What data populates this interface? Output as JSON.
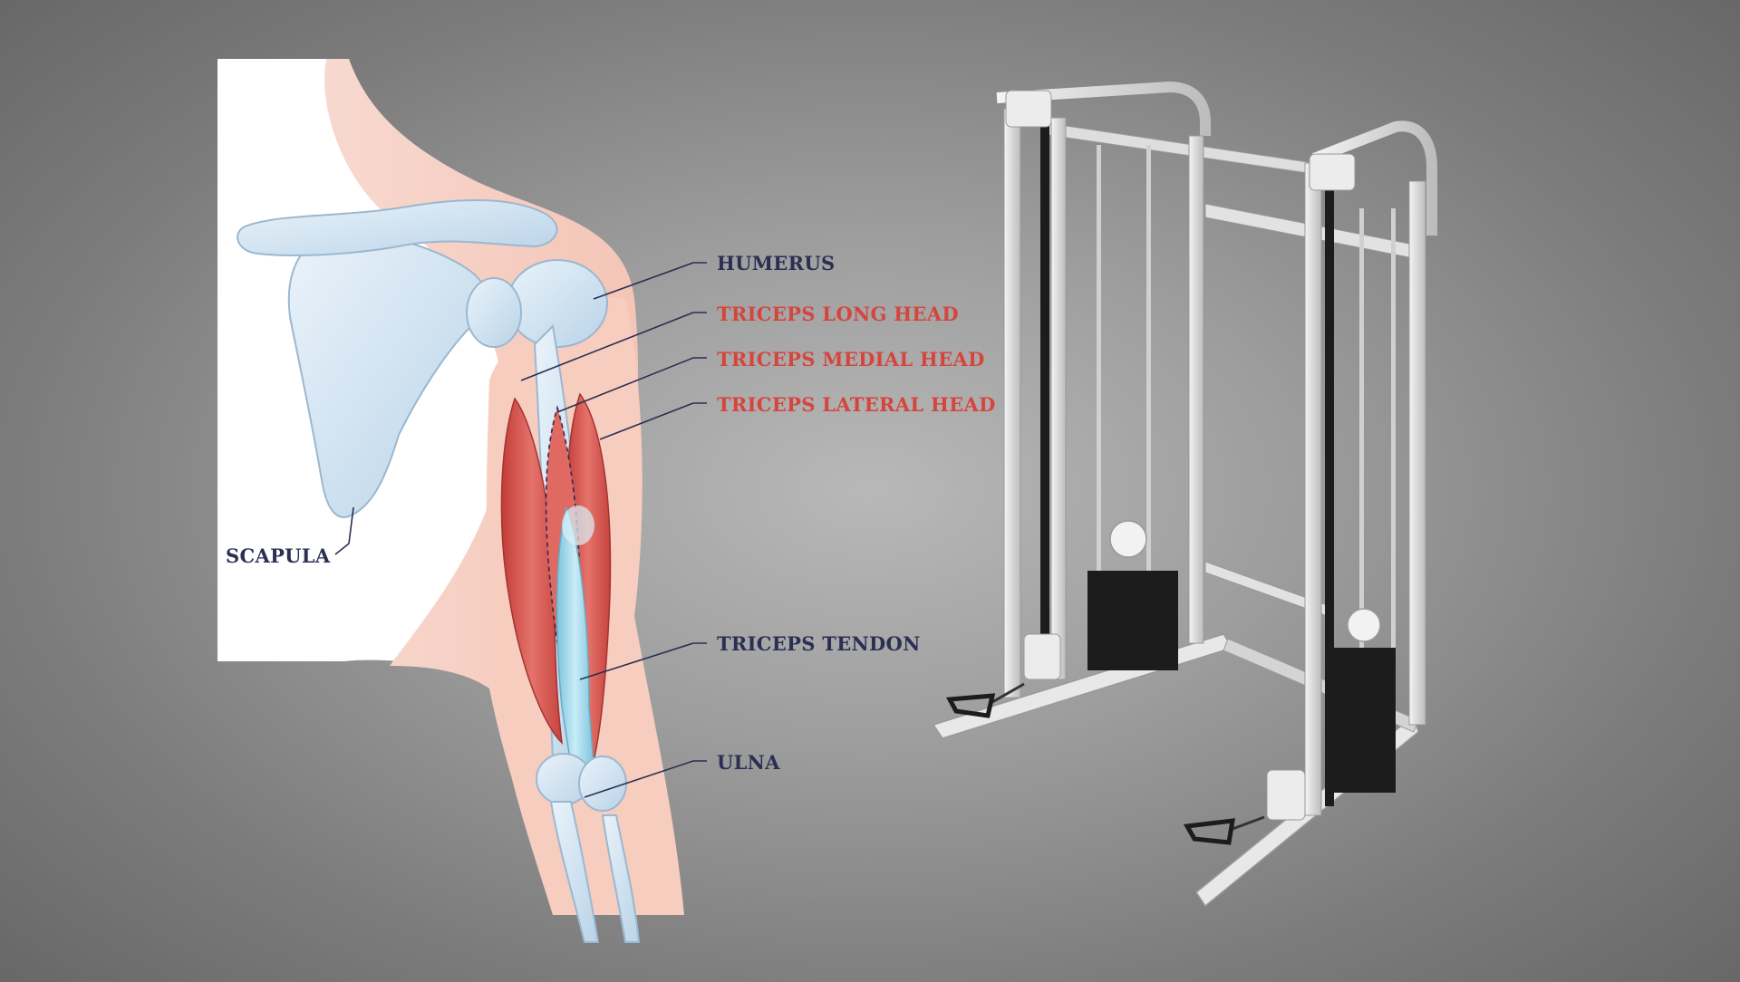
{
  "labels": {
    "humerus": "HUMERUS",
    "triceps_long_head": "TRICEPS LONG HEAD",
    "triceps_medial_head": "TRICEPS MEDIAL HEAD",
    "triceps_lateral_head": "TRICEPS LATERAL HEAD",
    "scapula": "SCAPULA",
    "triceps_tendon": "TRICEPS TENDON",
    "ulna": "ULNA"
  },
  "colors": {
    "background": "#8c8c8c",
    "skin": "#f7d3c8",
    "bone": "#cfe1ef",
    "muscle": "#d8504a",
    "tendon": "#9fd6ea",
    "label_dark": "#2b2f52",
    "label_red": "#d6453d",
    "machine_frame": "#e3e3e3",
    "weight_stack": "#1c1c1c"
  }
}
